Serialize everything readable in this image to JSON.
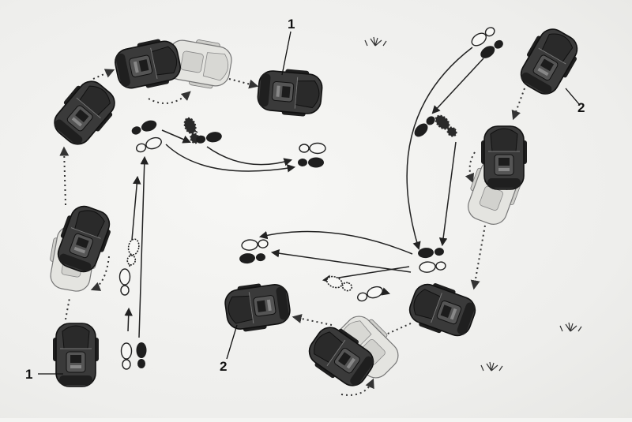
{
  "callouts": {
    "mower_1_top": "1",
    "mower_2_right": "2",
    "mower_1_bottom": "1",
    "mower_2_center": "2"
  },
  "colors": {
    "mower_body": "#3a3a3a",
    "mower_dark": "#1e1e1e",
    "mower_ghost": "#d6d6d2",
    "path_line": "#222222",
    "dotted_arrow": "#333333"
  },
  "icons": [
    "robotic-mower-icon",
    "footprint-icon",
    "grass-tuft-icon",
    "dotted-arrow-icon",
    "rotation-arrow-icon"
  ]
}
